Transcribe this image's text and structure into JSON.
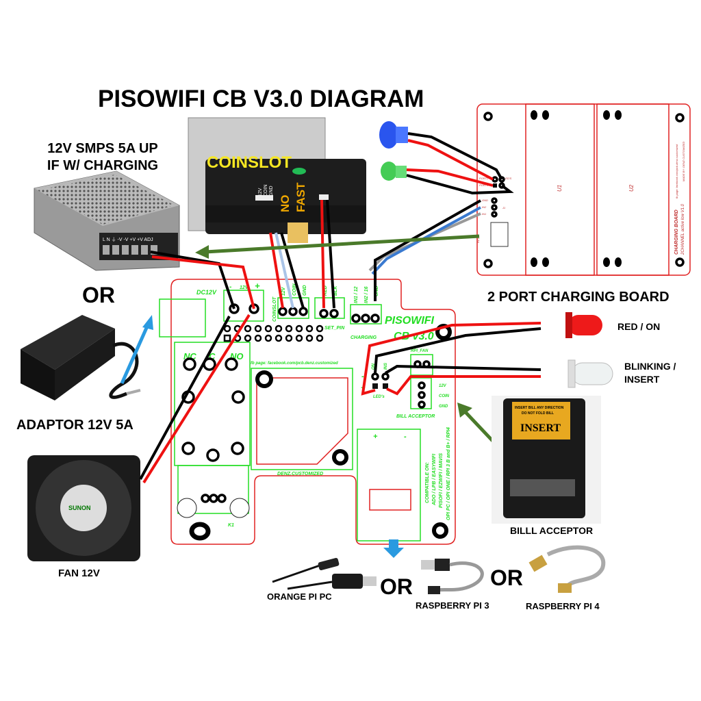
{
  "title": "PISOWIFI CB V3.0 DIAGRAM",
  "power_supply": {
    "label_line1": "12V SMPS 5A UP",
    "label_line2": "IF W/ CHARGING",
    "terminal_text": "L N ⏚ -V -V +V +V ADJ"
  },
  "or_labels": [
    "OR",
    "OR",
    "OR"
  ],
  "adaptor": {
    "label": "ADAPTOR 12V 5A"
  },
  "fan": {
    "label": "FAN 12V",
    "brand": "SUNON"
  },
  "coinslot": {
    "label": "COINSLOT",
    "pins": [
      "12V",
      "COIN",
      "GND"
    ],
    "no_label": "NO",
    "fast_label": "FAST"
  },
  "charging_board": {
    "label": "2 PORT CHARGING BOARD",
    "title_line1": "CHARGING BOARD",
    "title_line2": "2CHANNEL active low  V1.0",
    "fb_text": "fb page: facebook.com/pcb.denz.customized",
    "made_by": "MADE BY: DENZ CUSTOMIZED",
    "slots": [
      "U1",
      "U2"
    ],
    "pins": [
      "PORT2",
      "PORT1",
      "GND",
      "IN2",
      "IN1"
    ],
    "led_label": "LED'S",
    "j_label": "J1",
    "power_label": "5V 2A"
  },
  "pcb": {
    "title_line1": "PISOWIFI",
    "title_line2": "CB v3.0",
    "dc12v": "DC12V",
    "power_terminal": {
      "minus": "-",
      "label": "12V",
      "plus": "+"
    },
    "coinslot_header": "COINSLOT",
    "coinslot_pins": [
      "12V",
      "COIN",
      "GND"
    ],
    "set_pin_pins": [
      "RED",
      "BLK"
    ],
    "set_pin_label": "SET_PIN",
    "charging_pins": [
      "IN1 / 12",
      "IN2 / 16",
      "GND"
    ],
    "charging_label": "CHARGING",
    "relay_pins": [
      "NC",
      "C",
      "NO"
    ],
    "fb_page": "fb page: facebook.com/pcb.denz.customized",
    "led_pins": [
      "ON",
      "INS"
    ],
    "led_minus": "-",
    "led_plus": "+",
    "led_label": "LED's",
    "rpi_fan": "RPI_FAN",
    "bill_pins": [
      "12V",
      "COIN",
      "GND"
    ],
    "bill_label": "BILL ACCEPTOR",
    "compatible": [
      "COMPATIBLE ON:",
      "ADO / LPB / EASYWIFI",
      "PISOFI / EZWIFI / MAVIS",
      "OPI PC / OPI ONE / RPI 3 B and B+ / RPI4"
    ],
    "buck_plus": "+",
    "buck_minus": "-",
    "denz": "DENZ.CUSTOMIZED",
    "relay_label": "K1"
  },
  "leds": {
    "red_label": "RED / ON",
    "clear_label_line1": "BLINKING /",
    "clear_label_line2": "INSERT"
  },
  "bill_acceptor": {
    "label": "BILLL ACCEPTOR",
    "sticker_line1": "INSERT BILL ANY DIRECTION",
    "sticker_line2": "DO NOT FOLD BILL",
    "sticker_brand": "INSERT"
  },
  "boards": {
    "orange_pi": "ORANGE PI PC",
    "rpi3": "RASPBERRY PI 3",
    "rpi4": "RASPBERRY PI 4"
  },
  "colors": {
    "pcb_outline": "#e02020",
    "silkscreen": "#22dd22",
    "wire_red": "#ee1111",
    "wire_black": "#000000",
    "arrow_green": "#4a7a2a",
    "arrow_blue": "#2a9ae0",
    "coinslot_label": "#f5e623"
  }
}
